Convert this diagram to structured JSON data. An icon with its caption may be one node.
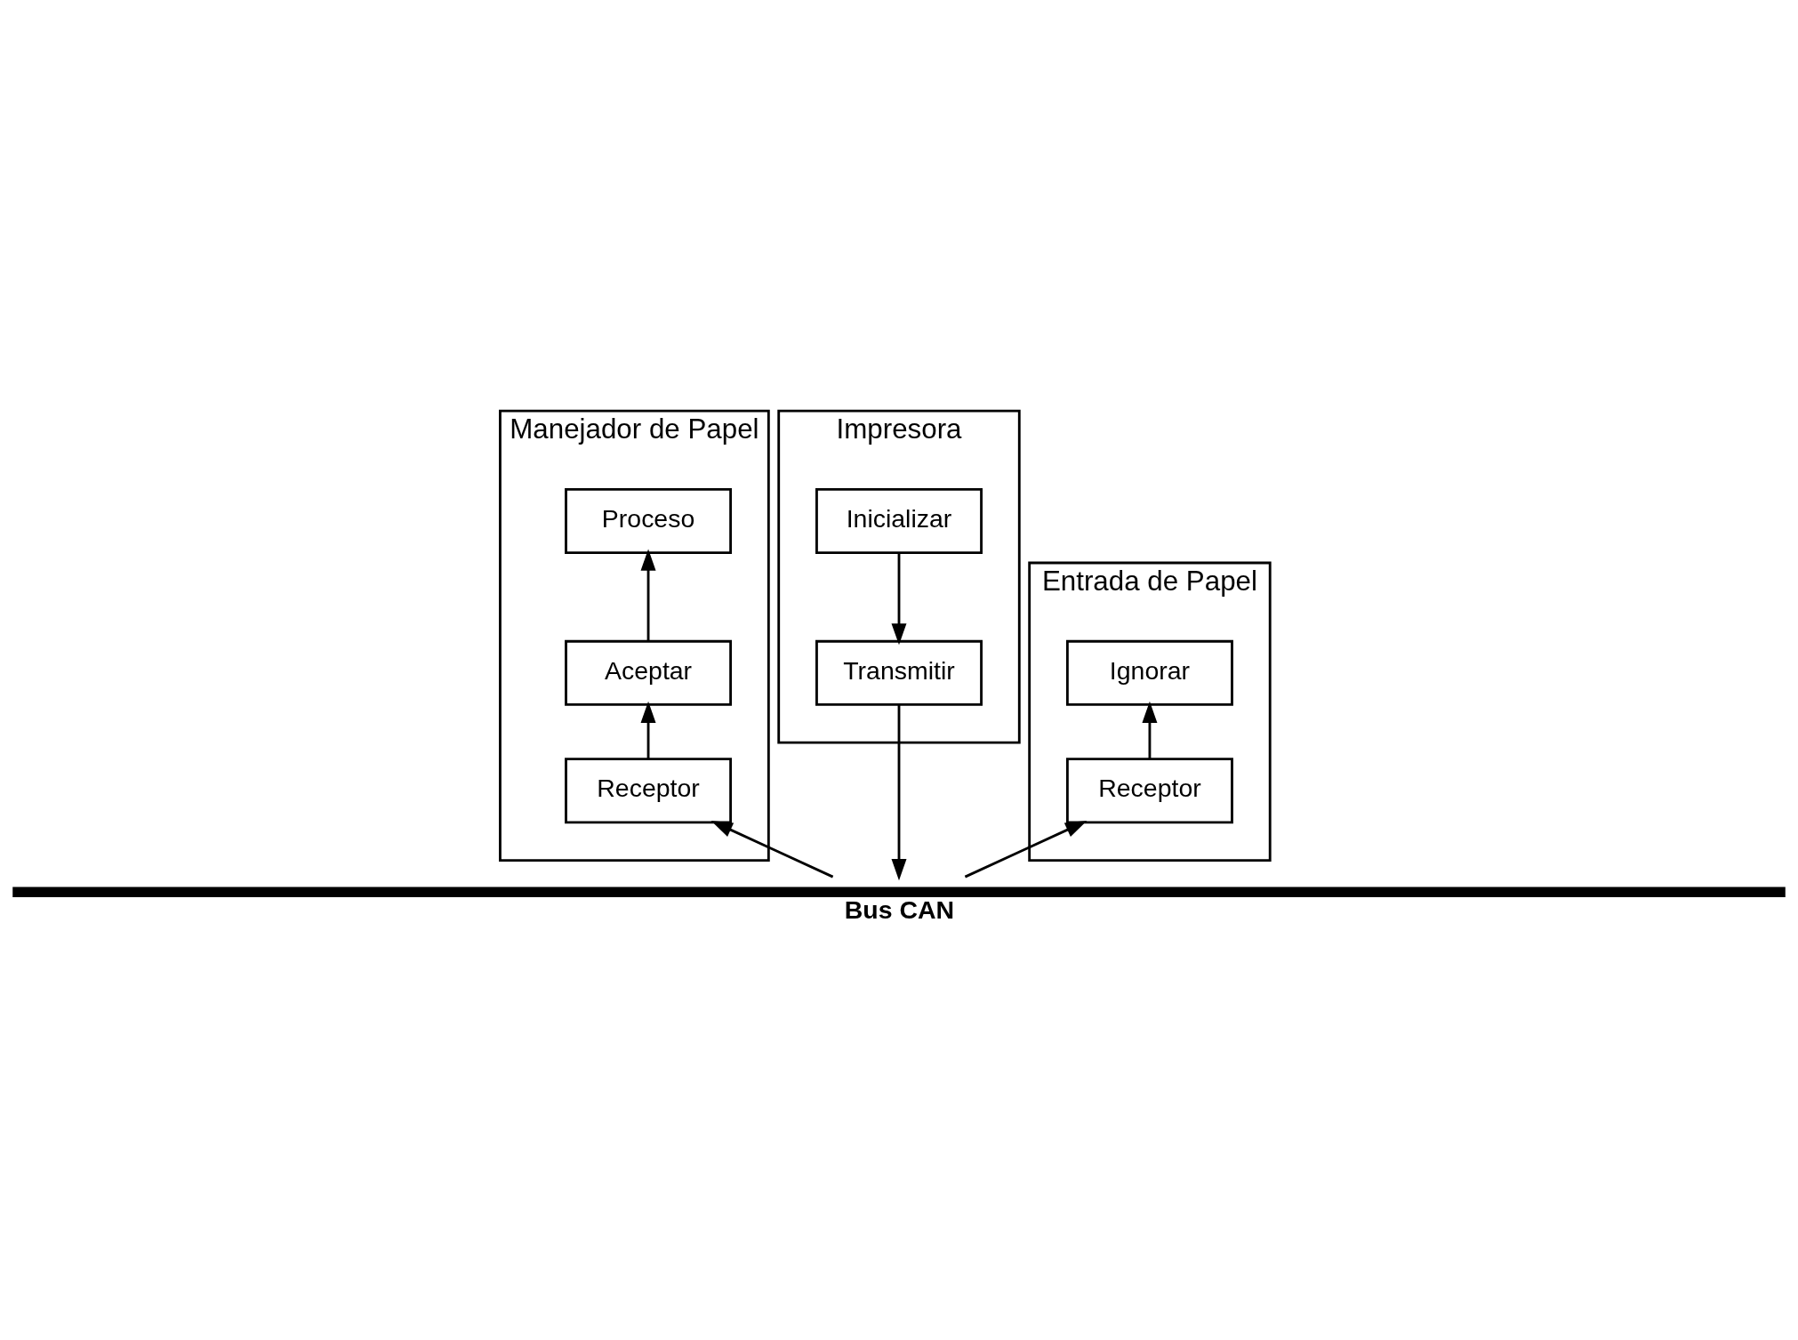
{
  "diagram": {
    "nodes": [
      {
        "text": [
          "Manejador de Papel"
        ]
      },
      {
        "text": [
          "Proceso"
        ],
        "in": 0
      },
      {
        "text": [
          "Aceptar"
        ],
        "in": 0
      },
      {
        "text": [
          "Receptor"
        ],
        "in": 0
      },
      {
        "text": [
          "Impresora"
        ]
      },
      {
        "text": [
          "Inicializar"
        ],
        "in": 4
      },
      {
        "text": [
          "Transmitir"
        ],
        "in": 4
      },
      {
        "text": [
          "Entrada de Papel"
        ]
      },
      {
        "text": [
          "Ignorar"
        ],
        "in": 7
      },
      {
        "text": [
          "Receptor"
        ],
        "in": 7
      },
      {
        "text": [
          "Bus CAN"
        ]
      }
    ],
    "edges": [
      {
        "from": 10,
        "to": 3,
        "arrow": "to"
      },
      {
        "from": 3,
        "to": 2,
        "arrow": "to"
      },
      {
        "from": 2,
        "to": 1,
        "arrow": "to"
      },
      {
        "from": 5,
        "to": 6,
        "arrow": "to"
      },
      {
        "from": 6,
        "to": 10,
        "arrow": "to"
      },
      {
        "from": 10,
        "to": 9,
        "arrow": "to"
      },
      {
        "from": 9,
        "to": 8,
        "arrow": "to"
      }
    ]
  }
}
